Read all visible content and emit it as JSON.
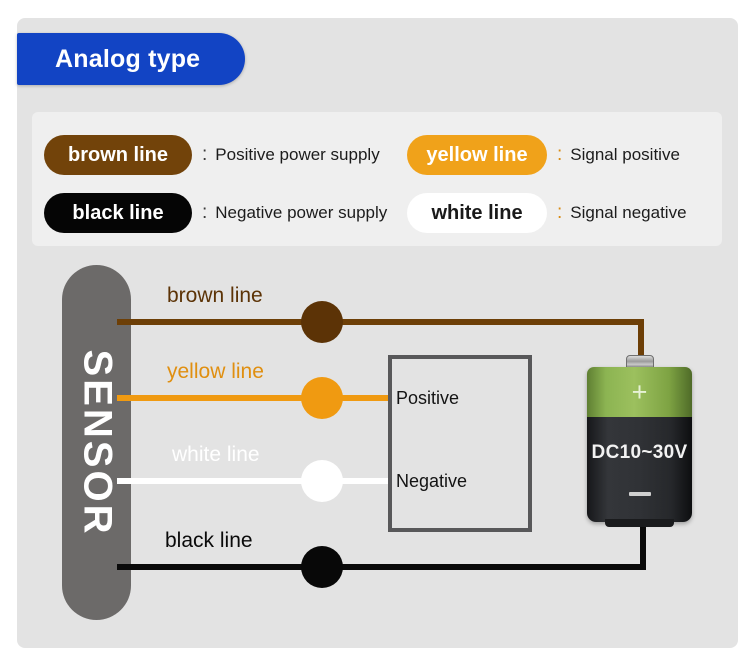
{
  "badge": {
    "title": "Analog type"
  },
  "legend": {
    "rows": [
      {
        "left": {
          "pill": "brown line",
          "colon": ":",
          "text": "Positive power supply"
        },
        "right": {
          "pill": "yellow line",
          "colon": ":",
          "text": "Signal positive"
        }
      },
      {
        "left": {
          "pill": "black line",
          "colon": ":",
          "text": "Negative power supply"
        },
        "right": {
          "pill": "white line",
          "colon": ":",
          "text": "Signal negative"
        }
      }
    ]
  },
  "diagram": {
    "sensor_label": "SENSOR",
    "wires": [
      {
        "name": "brown line",
        "label": "brown line",
        "color": "#6d3f07"
      },
      {
        "name": "yellow line",
        "label": "yellow line",
        "color": "#f09a11"
      },
      {
        "name": "white line",
        "label": "white line",
        "color": "#ffffff"
      },
      {
        "name": "black line",
        "label": "black line",
        "color": "#0a0a0a"
      }
    ],
    "terminal_box": {
      "positive": "Positive",
      "negative": "Negative"
    },
    "battery": {
      "voltage": "DC10~30V",
      "plus": "+",
      "minus": "—"
    }
  },
  "colors": {
    "page_background": "#ffffff",
    "panel_background": "#e3e3e3",
    "legend_background": "#efefef",
    "badge_blue": "#1244c4",
    "sensor_gray": "#6c6a69",
    "brown": "#6d3f07",
    "yellow": "#f09a11",
    "white": "#ffffff",
    "black": "#0a0a0a",
    "battery_green": "#9cc05e",
    "battery_dark": "#303236",
    "box_border": "#58585a"
  }
}
